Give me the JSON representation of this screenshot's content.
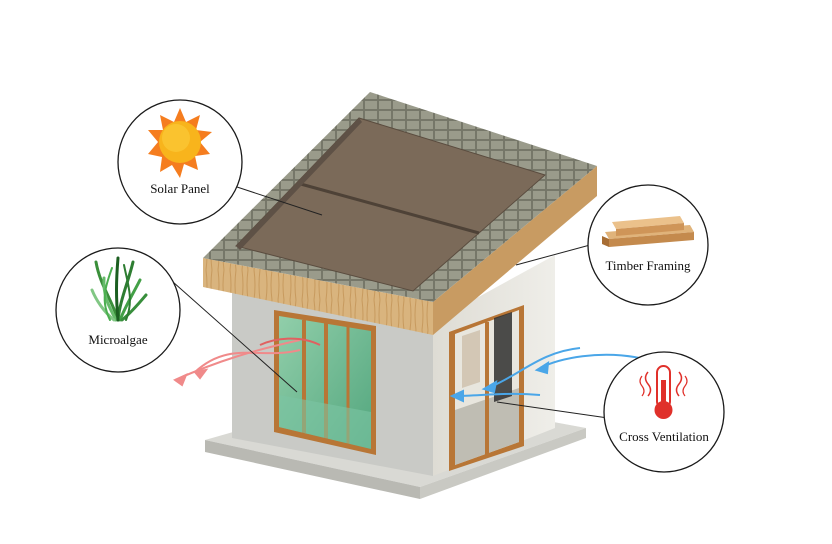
{
  "callouts": {
    "solar": {
      "label": "Solar Panel",
      "icon": "sun-icon"
    },
    "microalgae": {
      "label": "Microalgae",
      "icon": "algae-icon"
    },
    "timber": {
      "label": "Timber Framing",
      "icon": "timber-planks-icon"
    },
    "ventilation": {
      "label": "Cross Ventilation",
      "icon": "thermometer-icon"
    }
  },
  "colors": {
    "roof_shingle": "#8a8c7c",
    "solar_panel": "#7a6857",
    "timber": "#d8b27a",
    "wall": "#e3e2dc",
    "algae_glass": "#6fbf9a",
    "warm_air": "#f08080",
    "cool_air": "#4aa6e8",
    "sun": "#f6a91a",
    "thermometer": "#e0302a"
  }
}
